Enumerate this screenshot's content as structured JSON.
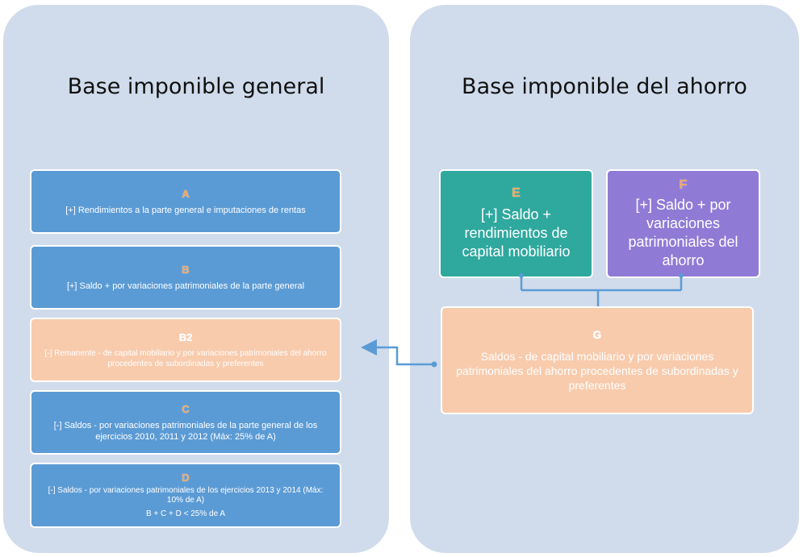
{
  "left_panel": {
    "title": "Base imponible general",
    "boxes": [
      {
        "letter": "A",
        "text": "[+] Rendimientos a la parte general e imputaciones de rentas"
      },
      {
        "letter": "B",
        "text": "[+] Saldo + por variaciones patrimoniales de la parte general"
      },
      {
        "letter": "B2",
        "text": "[-] Remanente - de capital mobiliario y por variaciones patrimoniales del ahorro procedentes de subordinadas y preferentes"
      },
      {
        "letter": "C",
        "text": "[-] Saldos - por variaciones patrimoniales de la parte general de los ejercicios 2010, 2011 y 2012  (Máx: 25% de A)"
      },
      {
        "letter": "D",
        "text": "[-] Saldos - por variaciones patrimoniales de los ejercicios 2013 y 2014 (Máx: 10% de A)",
        "formula": "B + C + D < 25% de A"
      }
    ]
  },
  "right_panel": {
    "title": "Base imponible del ahorro",
    "boxes": [
      {
        "letter": "E",
        "text": "[+] Saldo + rendimientos de capital mobiliario"
      },
      {
        "letter": "F",
        "text": "[+] Saldo + por variaciones patrimoniales del ahorro"
      },
      {
        "letter": "G",
        "text": "Saldos - de capital mobiliario y por variaciones patrimoniales del ahorro procedentes de subordinadas y preferentes"
      }
    ]
  },
  "colors": {
    "panel": "#d0dcec",
    "blue_box": "#5b9bd5",
    "peach_box": "#f8cbad",
    "teal_box": "#2fa89e",
    "purple_box": "#8f7bd6",
    "connector": "#5b9bd5",
    "letter": "#f6a65a"
  }
}
